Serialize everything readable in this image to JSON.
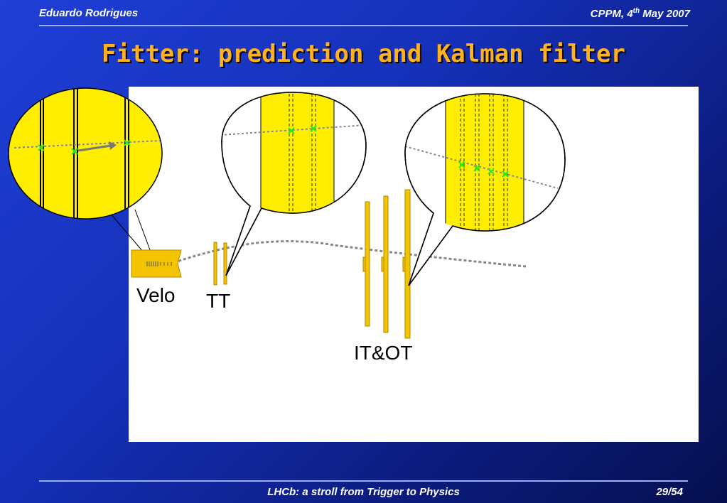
{
  "header": {
    "author": "Eduardo Rodrigues",
    "event_prefix": "CPPM, 4",
    "event_sup": "th",
    "event_suffix": " May 2007"
  },
  "title": "Fitter: prediction and Kalman filter",
  "diagram": {
    "labels": {
      "velo": "Velo",
      "tt": "TT",
      "itot": "IT&OT"
    },
    "colors": {
      "background": "#1a35c9",
      "detector_fill": "#ffd400",
      "hit_marker": "#33ff33",
      "track": "#888888",
      "title": "#ffb21e"
    }
  },
  "footer": {
    "talk": "LHCb: a stroll from Trigger to Physics",
    "page": "29/54"
  }
}
